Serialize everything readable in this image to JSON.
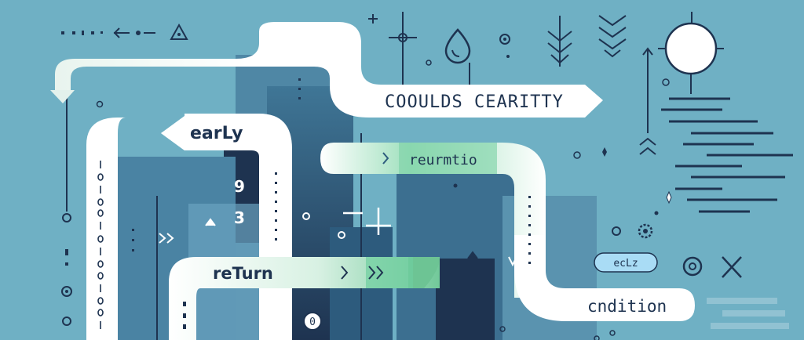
{
  "labels": {
    "top_banner": "COOULDS CEARITTY",
    "early": "earLy",
    "mid_banner": "reurmtio",
    "return": "reTurn",
    "condition": "cndition",
    "pill": "ecLz",
    "glyph_9": "9",
    "glyph_3": "3",
    "glyph_0": "0"
  },
  "colors": {
    "background": "#6fb0c4",
    "dark_navy": "#1e3350",
    "mid_blue": "#3f7696",
    "ribbon_white": "#ffffff",
    "accent_green": "#7ed3a8",
    "pill_blue": "#a9dcf5"
  }
}
